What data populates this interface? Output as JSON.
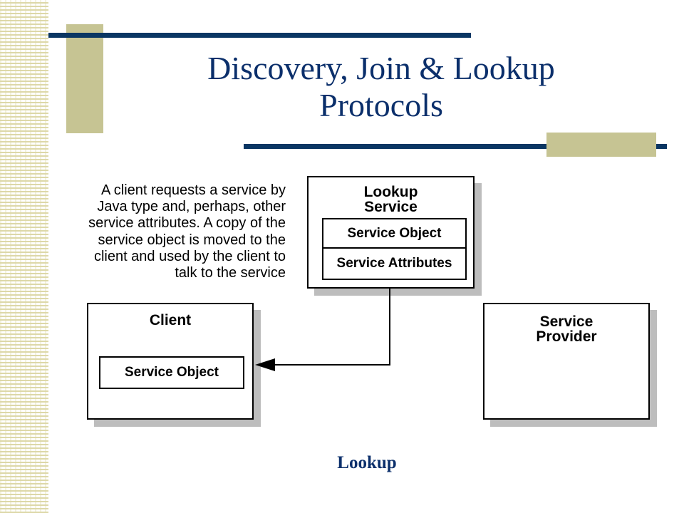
{
  "title": {
    "line1": "Discovery, Join & Lookup",
    "line2": "Protocols"
  },
  "description": {
    "lines": [
      "A client requests a service by",
      "Java type and, perhaps, other",
      "service attributes. A copy of the",
      "service object is moved to the",
      "client and used by the client to",
      "talk to the service"
    ]
  },
  "lookup_service": {
    "title_line1": "Lookup",
    "title_line2": "Service",
    "service_object": "Service Object",
    "service_attributes": "Service Attributes"
  },
  "client": {
    "title": "Client",
    "service_object": "Service Object"
  },
  "service_provider": {
    "title_line1": "Service",
    "title_line2": "Provider"
  },
  "caption": "Lookup",
  "colors": {
    "title": "#0b2f6b",
    "rule": "#0a3663",
    "accent": "#c6c493",
    "shadow": "#bdbdbd"
  }
}
